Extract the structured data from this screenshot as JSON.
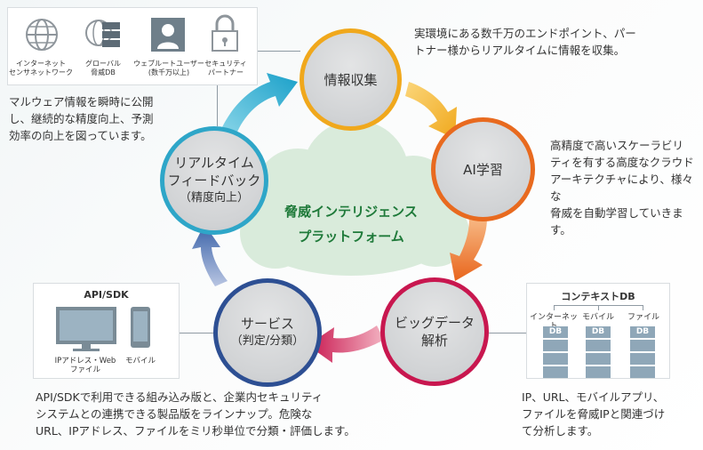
{
  "platform": {
    "title": "脅威インテリジェンス\nプラットフォーム"
  },
  "nodes": {
    "collect": "情報収集",
    "ai": "AI学習",
    "bigdata": "ビッグデータ\n解析",
    "service_title": "サービス",
    "service_sub": "（判定/分類）",
    "feedback_title": "リアルタイム\nフィードバック",
    "feedback_sub": "（精度向上）"
  },
  "descriptions": {
    "collect": "実環境にある数千万のエンドポイント、パー\nトナー様からリアルタイムに情報を収集。",
    "ai": "高精度で高いスケーラビリ\nティを有する高度なクラウド\nアーキテクチャにより、様々な\n脅威を自動学習していきます。",
    "bigdata": "IP、URL、モバイルアプリ、\nファイルを脅威IPと関連づけ\nて分析します。",
    "service": "API/SDKで利用できる組み込み版と、企業内セキュリティ\nシステムとの連携できる製品版をラインナップ。危険な\nURL、IPアドレス、ファイルをミリ秒単位で分類・評価します。",
    "feedback": "マルウェア情報を瞬時に公開\nし、継続的な精度向上、予測\n効率の向上を図っています。"
  },
  "sources": [
    {
      "label": "インターネット\nセンサネットワーク",
      "icon": "globe-icon"
    },
    {
      "label": "グローバル\n脅威DB",
      "icon": "global-db-icon"
    },
    {
      "label": "ウェブルートユーザー\n(数千万以上)",
      "icon": "user-icon"
    },
    {
      "label": "セキュリティ\nパートナー",
      "icon": "lock-icon"
    }
  ],
  "api_box": {
    "title": "API/SDK",
    "pc_label": "IPアドレス・Web\nファイル",
    "mobile_label": "モバイル"
  },
  "context_db": {
    "title": "コンテキストDB",
    "items": [
      "インターネット",
      "モバイル",
      "ファイル"
    ],
    "db_text": "DB"
  },
  "colors": {
    "collect": "#f0a81c",
    "ai": "#e86a1f",
    "bigdata": "#c8174f",
    "service": "#2d4f93",
    "feedback": "#2ea6c8",
    "cloud": "#d7ead9",
    "arrow_collect_ai": "#f0a81c",
    "arrow_ai_bigdata": "#ea6a1f",
    "arrow_bigdata_service": "#d11e52",
    "arrow_service_feedback": "#3a62a8",
    "arrow_feedback_collect": "#35b3d4"
  }
}
